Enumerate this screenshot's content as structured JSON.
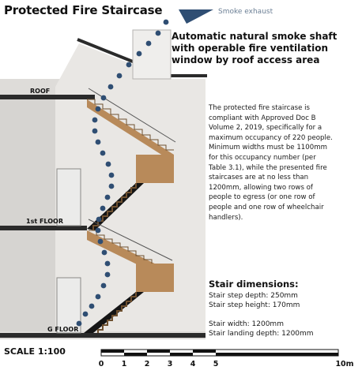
{
  "title": "Protected Fire Staircase",
  "smoke_exhaust_label": "Smoke exhaust",
  "shaft_label_lines": [
    "Automatic natural smoke shaft",
    "with operable fire ventilation",
    "window by roof access area"
  ],
  "description_lines": [
    "The protected fire staircase is",
    "compliant with Approved Doc B",
    "Volume 2, 2019, specifically for a",
    "maximum occupancy of 220 people.",
    "Minimum widths must be 1100mm",
    "for this occupancy number (per",
    "Table 3.1), while the presented fire",
    "staircases are at no less than",
    "1200mm, allowing two rows of",
    "people to egress (or one row of",
    "people and one row of wheelchair",
    "handlers)."
  ],
  "floor_labels": {
    "roof": "ROOF",
    "first": "1st FLOOR",
    "ground": "G FLOOR"
  },
  "dimensions": {
    "title": "Stair dimensions:",
    "lines": [
      "Stair step depth: 250mm",
      "Stair step height: 170mm",
      "",
      "Stair width: 1200mm",
      "Stair landing depth: 1200mm"
    ]
  },
  "scale": {
    "label": "SCALE 1:100",
    "ticks": [
      "0",
      "1",
      "2",
      "3",
      "4",
      "5",
      "10m"
    ]
  },
  "colors": {
    "wall": "#e7e5e2",
    "wall_shadow": "#c9c7c4",
    "roof_dark": "#2b2b2b",
    "stair_wood": "#b88a5a",
    "stair_dark": "#151515",
    "smoke_dots": "#2f4e73"
  }
}
